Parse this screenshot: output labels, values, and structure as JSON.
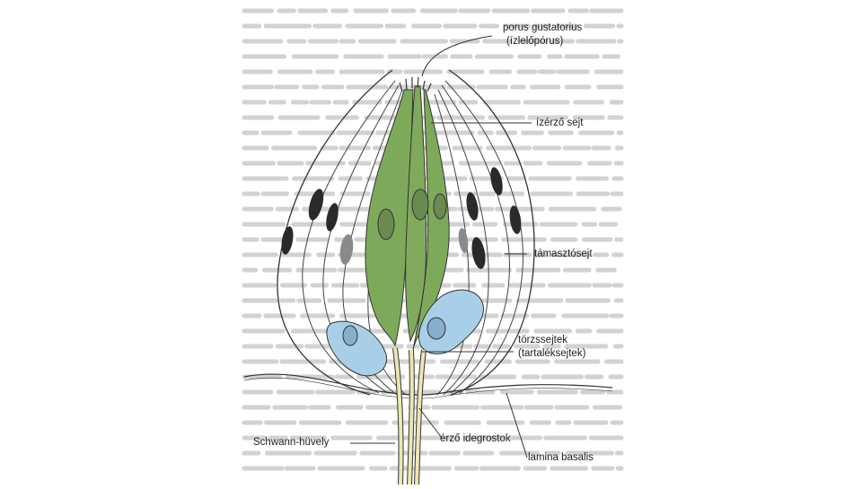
{
  "labels": {
    "porus_gustatorius": "porus gustatorius",
    "izlelo_porus": "(ízlelőpórus)",
    "izerzo_sejt": "ízérző sejt",
    "tamasztosejt": "támasztósejt",
    "torzssejtek": "törzssejtek",
    "tartaleksejtek": "(tartaléksejtek)",
    "schwann_huvely": "Schwann-hüvely",
    "erzo_idegrostok": "érző idegrostok",
    "lamina_basalis": "lamina basalis"
  },
  "colors": {
    "receptor_cell": "#7daa5a",
    "stem_cell": "#a9cfe8",
    "nerve_fiber": "#ece6b4",
    "background_text": "#d2d2d2",
    "outline": "#333333"
  }
}
